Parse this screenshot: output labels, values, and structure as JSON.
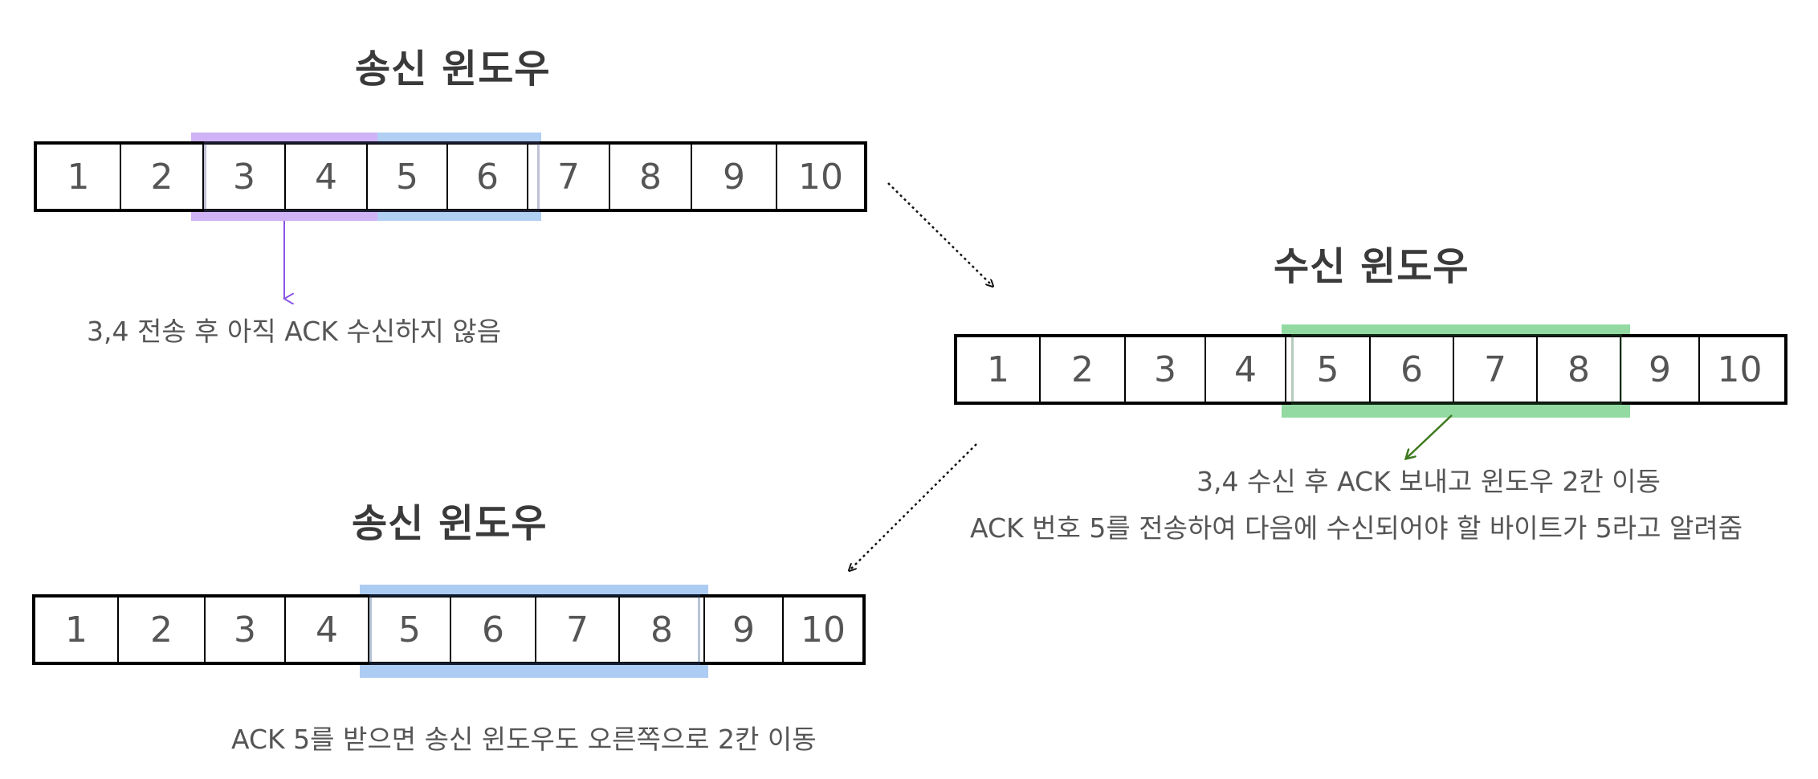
{
  "sender_top": {
    "title": "송신 윈도우",
    "cells": [
      "1",
      "2",
      "3",
      "4",
      "5",
      "6",
      "7",
      "8",
      "9",
      "10"
    ],
    "note": "3,4 전송 후 아직 ACK 수신하지 않음"
  },
  "receiver": {
    "title": "수신 윈도우",
    "cells": [
      "1",
      "2",
      "3",
      "4",
      "5",
      "6",
      "7",
      "8",
      "9",
      "10"
    ],
    "note_line1": "3,4 수신 후 ACK 보내고 윈도우 2칸 이동",
    "note_line2": "ACK 번호 5를 전송하여 다음에 수신되어야 할 바이트가 5라고 알려줌"
  },
  "sender_bottom": {
    "title": "송신 윈도우",
    "cells": [
      "1",
      "2",
      "3",
      "4",
      "5",
      "6",
      "7",
      "8",
      "9",
      "10"
    ],
    "note": "ACK 5를 받으면 송신 윈도우도 오른쪽으로 2칸 이동"
  },
  "colors": {
    "purple": "#c8a6f5",
    "blue": "#a9c9f2",
    "green": "#8cd89c",
    "purple_arrow": "#8a55e6",
    "green_arrow": "#3e7a1f"
  }
}
